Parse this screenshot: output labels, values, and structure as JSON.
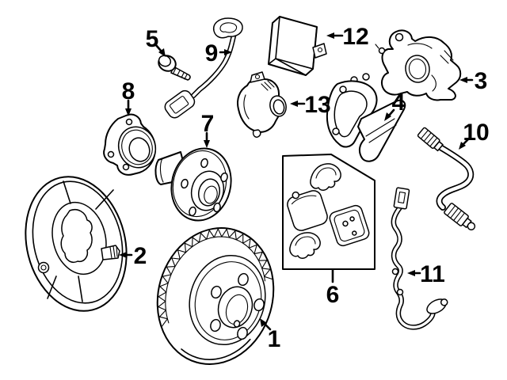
{
  "diagram": {
    "kind": "exploded-parts-diagram",
    "background_color": "#ffffff",
    "line_color": "#000000",
    "callouts": [
      {
        "label": "1",
        "part": "brake-rotor"
      },
      {
        "label": "2",
        "part": "splash-shield"
      },
      {
        "label": "3",
        "part": "brake-caliper"
      },
      {
        "label": "4",
        "part": "caliper-bracket"
      },
      {
        "label": "5",
        "part": "bolt"
      },
      {
        "label": "6",
        "part": "brake-pad-kit"
      },
      {
        "label": "7",
        "part": "wheel-hub"
      },
      {
        "label": "8",
        "part": "wheel-bearing"
      },
      {
        "label": "9",
        "part": "pad-wear-sensor"
      },
      {
        "label": "10",
        "part": "brake-hose"
      },
      {
        "label": "11",
        "part": "abs-speed-sensor"
      },
      {
        "label": "12",
        "part": "control-module"
      },
      {
        "label": "13",
        "part": "parking-brake-actuator"
      }
    ]
  }
}
